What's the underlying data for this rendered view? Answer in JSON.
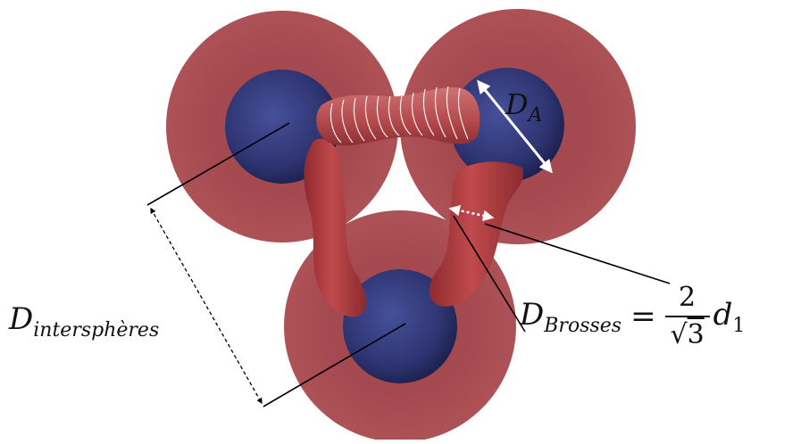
{
  "labels": {
    "d_inter_main": "D",
    "d_inter_sub": "intersphères",
    "d_a_main": "D",
    "d_a_sub": "A",
    "d_brosses_main": "D",
    "d_brosses_sub": "Brosses",
    "equals": "=",
    "frac_numerator": "2",
    "frac_denominator_symbol": "√",
    "frac_denominator_value": "3",
    "d1_main": "d",
    "d1_sub": "1"
  },
  "colors": {
    "shell": "#a85055",
    "core": "#2e3470",
    "brush": "#b23f42",
    "brush_dark": "#8f2c30",
    "line": "#000000",
    "arrow_white": "#ffffff"
  }
}
